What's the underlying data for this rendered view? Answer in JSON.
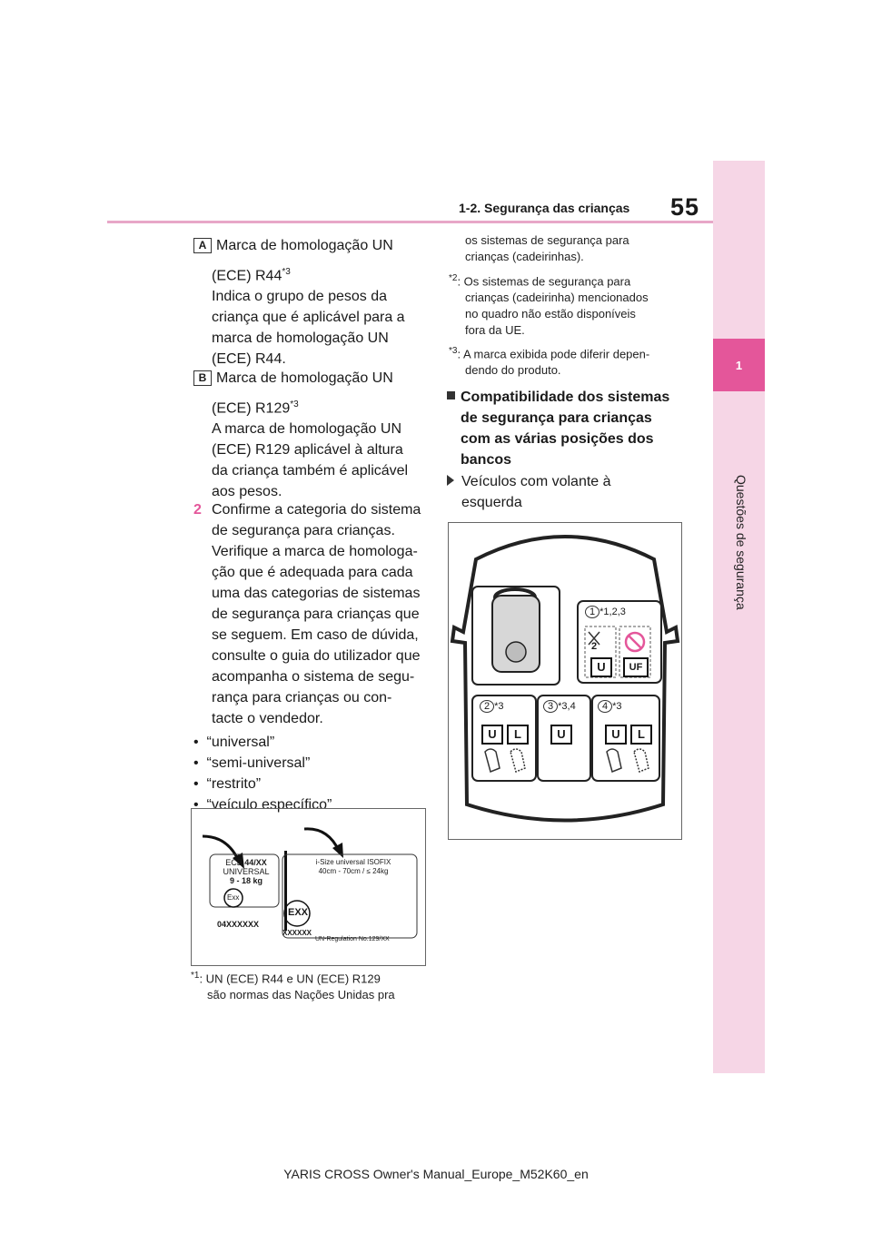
{
  "header": {
    "page_number": "55",
    "section": "1-2. Segurança das crianças",
    "chapter_tab": "1",
    "chapter_title": "Questões de segurança"
  },
  "left": {
    "item_a": {
      "marker": "A",
      "line1": "Marca de homologação UN",
      "line2": "(ECE) R44",
      "line2_sup": "*3",
      "body": [
        "Indica o grupo de pesos da",
        "criança que é aplicável para a",
        "marca de homologação UN",
        "(ECE) R44."
      ]
    },
    "item_b": {
      "marker": "B",
      "line1": "Marca de homologação UN",
      "line2": "(ECE) R129",
      "line2_sup": "*3",
      "body": [
        "A marca de homologação UN",
        "(ECE) R129 aplicável à altura",
        "da criança também é aplicável",
        "aos pesos."
      ]
    },
    "step2": {
      "num": "2",
      "lines": [
        "Confirme a categoria do sistema",
        "de segurança para crianças.",
        "Verifique a marca de homologa-",
        "ção que é adequada para cada",
        "uma das categorias de sistemas",
        "de segurança para crianças que",
        "se seguem. Em caso de dúvida,",
        "consulte o guia do utilizador que",
        "acompanha o sistema de segu-",
        "rança para crianças ou con-",
        "tacte o vendedor."
      ]
    },
    "bullets": [
      "“universal”",
      "“semi-universal”",
      "“restrito”",
      "“veículo específico”"
    ],
    "figure": {
      "ece_line1": "ECE",
      "ece_line1b": "44/XX",
      "ece_line2": "UNIVERSAL",
      "ece_line3": "9 - 18 kg",
      "ece_mark": "Exx",
      "ece_code": "04XXXXXX",
      "isize_line1": "i-Size universal ISOFIX",
      "isize_line2": "40cm - 70cm / ≤ 24kg",
      "isize_mark": "EXX",
      "isize_code": "XXXXXX",
      "isize_reg": "UN-Regulation No.129/XX"
    },
    "note1_mark": "*1",
    "note1": [
      ": UN (ECE) R44 e UN (ECE) R129",
      "são normas das Nações Unidas pra"
    ]
  },
  "right": {
    "note1_cont": [
      "os sistemas de segurança para",
      "crianças (cadeirinhas)."
    ],
    "note2_mark": "*2",
    "note2": [
      ": Os sistemas de segurança para",
      "crianças (cadeirinha) mencionados",
      "no quadro não estão disponíveis",
      "fora da UE."
    ],
    "note3_mark": "*3",
    "note3": [
      ": A marca exibida pode diferir depen-",
      "dendo do produto."
    ],
    "heading": [
      "Compatibilidade dos sistemas",
      "de segurança para crianças",
      "com as várias posições dos",
      "bancos"
    ],
    "subheading": [
      "Veículos com volante à",
      "esquerda"
    ],
    "diagram": {
      "seat1": "1",
      "seat1_note": "*1,2,3",
      "seat2": "2",
      "seat2_note": "*3",
      "seat3": "3",
      "seat3_note": "*3,4",
      "seat4": "4",
      "seat4_note": "*3",
      "badge_u": "U",
      "badge_uf": "UF",
      "badge_l": "L",
      "badge_2": "2"
    }
  },
  "footer": "YARIS CROSS Owner's Manual_Europe_M52K60_en"
}
